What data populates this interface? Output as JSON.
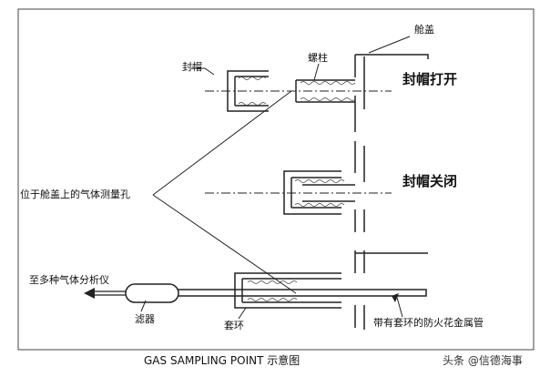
{
  "diagram": {
    "labels": {
      "hatch_cover": "舱盖",
      "cap": "封帽",
      "stud": "螺柱",
      "cap_open": "封帽打开",
      "cap_closed": "封帽关闭",
      "gauge_hole": "位于舱盖上的气体测量孔",
      "to_analyzer": "至多种气体分析仪",
      "filter": "滤器",
      "ring": "套环",
      "pipe": "带有套环的防火花金属管"
    },
    "caption": "GAS SAMPLING POINT 示意图",
    "watermark": "头条 @信德海事"
  }
}
